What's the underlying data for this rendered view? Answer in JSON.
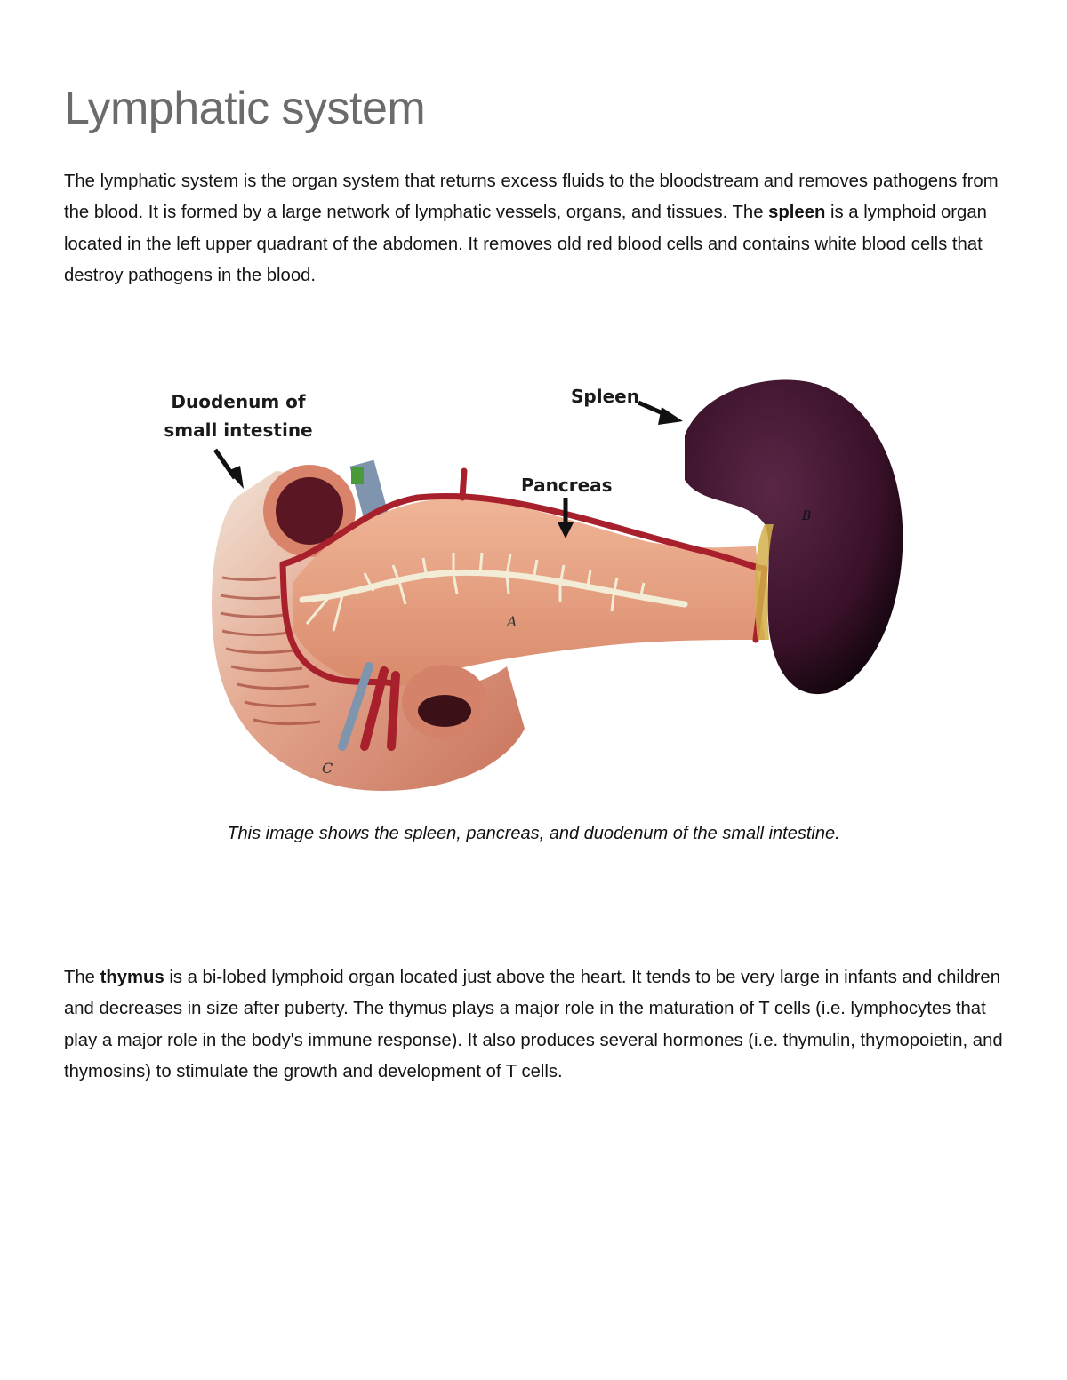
{
  "document": {
    "title": "Lymphatic system",
    "paragraph1": {
      "text_before_bold": "The lymphatic system is the organ system that returns excess fluids to the bloodstream and removes pathogens from the blood. It is formed by a large network of lymphatic vessels, organs, and tissues. The ",
      "bold": "spleen",
      "text_after_bold": " is a lymphoid organ located in the left upper quadrant of the abdomen. It removes old red blood cells and contains white blood cells that destroy pathogens in the blood."
    },
    "figure": {
      "labels": {
        "duodenum_line1": "Duodenum of",
        "duodenum_line2": "small intestine",
        "spleen": "Spleen",
        "pancreas": "Pancreas"
      },
      "model_letters": [
        "A",
        "B",
        "C"
      ],
      "caption": "This image shows the spleen, pancreas, and duodenum of the small intestine.",
      "colors": {
        "spleen": "#3e1530",
        "pancreas": "#e9a585",
        "duct": "#f3ecd6",
        "artery": "#a8202c",
        "vein": "#7f95ad",
        "duodenum": "#d98d72"
      }
    },
    "paragraph2": {
      "text_before_bold": "The ",
      "bold": "thymus",
      "text_after_bold": " is a bi-lobed lymphoid organ located just above the heart. It tends to be very large in infants and children and decreases in size after puberty. The thymus plays a major role in the maturation of T cells (i.e. lymphocytes that play a major role in the body's immune response). It also produces several hormones (i.e. thymulin, thymopoietin, and thymosins) to stimulate the growth and development of T cells."
    }
  }
}
